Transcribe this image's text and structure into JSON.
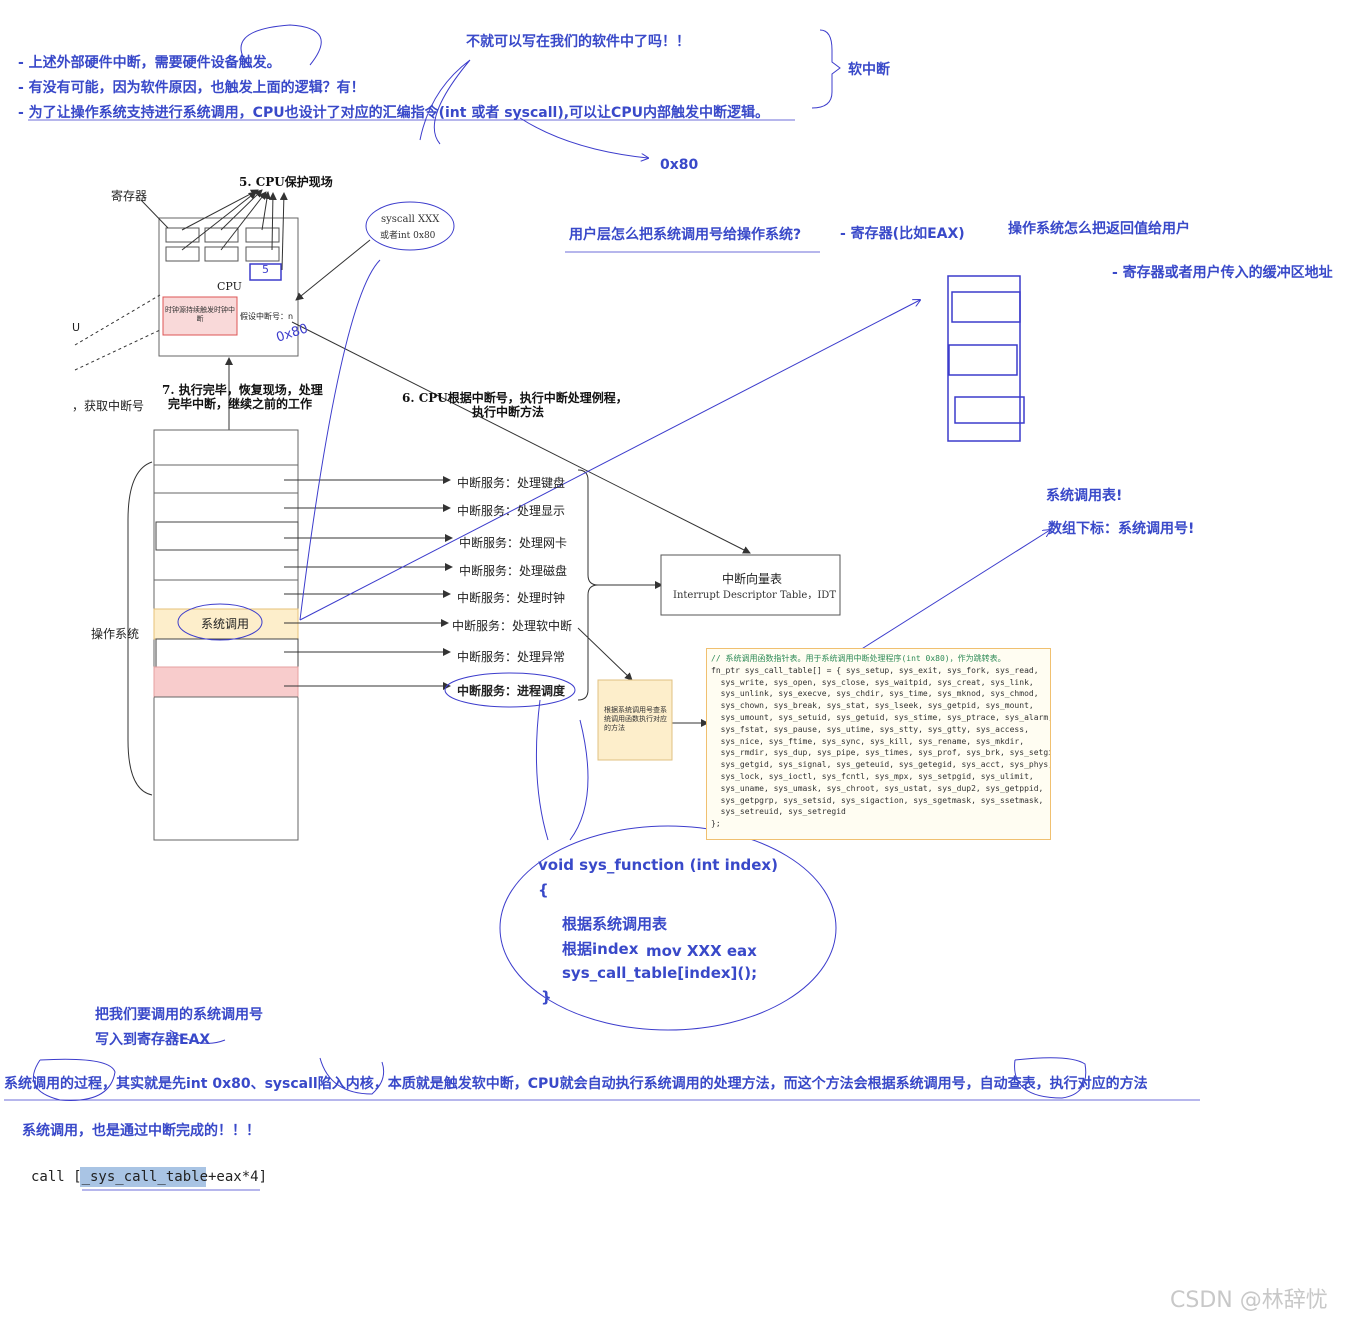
{
  "notes": {
    "line1": "- 上述外部硬件中断，需要硬件设备触发。",
    "line2": "- 有没有可能，因为软件原因，也触发上面的逻辑？有！",
    "line3": "- 为了让操作系统支持进行系统调用，CPU也设计了对应的汇编指令(int 或者 syscall),可以让CPU内部触发中断逻辑。",
    "question": "不就可以写在我们的软件中了吗！！",
    "soft_interrupt": "软中断",
    "hex_0x80": "0x80"
  },
  "cpu": {
    "step5": "5. CPU保护现场",
    "register_label": "寄存器",
    "cpu_label": "CPU",
    "timer_label": "时钟源持续触发时钟中断",
    "assume_int": "假设中断号：n",
    "handwritten_0x80": "0x80",
    "handwritten_5": "5"
  },
  "syscall_bubble": {
    "line1": "syscall XXX",
    "line2": "或者int 0x80"
  },
  "left_fragments": {
    "u": "U",
    "get_int": "，获取中断号"
  },
  "step7": {
    "line1": "7. 执行完毕，恢复现场，处理",
    "line2": "完毕中断，继续之前的工作"
  },
  "step6": {
    "line1": "6. CPU根据中断号，执行中断处理例程，",
    "line2": "执行中断方法"
  },
  "os_label": "操作系统",
  "syscall_cell": "系统调用",
  "services": [
    "中断服务：处理键盘",
    "中断服务：处理显示",
    "中断服务：处理网卡",
    "中断服务：处理磁盘",
    "中断服务：处理时钟",
    "中断服务：处理软中断",
    "中断服务：处理异常",
    "中断服务：进程调度"
  ],
  "idt": {
    "title": "中断向量表",
    "subtitle": "Interrupt Descriptor Table，IDT"
  },
  "sticky": "根据系统调用号查系统调用函数执行对应的方法",
  "right_notes": {
    "q_user": "用户层怎么把系统调用号给操作系统?",
    "a_user": "- 寄存器(比如EAX)",
    "q_os": "操作系统怎么把返回值给用户",
    "a_os": "- 寄存器或者用户传入的缓冲区地址",
    "table_title": "系统调用表!",
    "table_index": "数组下标：系统调用号!"
  },
  "code": {
    "comment": "// 系统调用函数指针表。用于系统调用中断处理程序(int 0x80)，作为跳转表。",
    "lines": [
      "fn_ptr sys_call_table[] = { sys_setup, sys_exit, sys_fork, sys_read,",
      "  sys_write, sys_open, sys_close, sys_waitpid, sys_creat, sys_link,",
      "  sys_unlink, sys_execve, sys_chdir, sys_time, sys_mknod, sys_chmod,",
      "  sys_chown, sys_break, sys_stat, sys_lseek, sys_getpid, sys_mount,",
      "  sys_umount, sys_setuid, sys_getuid, sys_stime, sys_ptrace, sys_alarm,",
      "  sys_fstat, sys_pause, sys_utime, sys_stty, sys_gtty, sys_access,",
      "  sys_nice, sys_ftime, sys_sync, sys_kill, sys_rename, sys_mkdir,",
      "  sys_rmdir, sys_dup, sys_pipe, sys_times, sys_prof, sys_brk, sys_setgid,",
      "  sys_getgid, sys_signal, sys_geteuid, sys_getegid, sys_acct, sys_phys,",
      "  sys_lock, sys_ioctl, sys_fcntl, sys_mpx, sys_setpgid, sys_ulimit,",
      "  sys_uname, sys_umask, sys_chroot, sys_ustat, sys_dup2, sys_getppid,",
      "  sys_getpgrp, sys_setsid, sys_sigaction, sys_sgetmask, sys_ssetmask,",
      "  sys_setreuid, sys_setregid",
      "};"
    ]
  },
  "function_note": {
    "sig": "void sys_function (int index)",
    "open": "{",
    "l1": "根据系统调用表",
    "l2": "根据index",
    "l2b": "mov XXX eax",
    "l3": "sys_call_table[index]();",
    "close": "}"
  },
  "bottom": {
    "put1": "把我们要调用的系统调用号",
    "put2": "写入到寄存器EAX",
    "summary": "系统调用的过程，其实就是先int 0x80、syscall陷入内核，本质就是触发软中断，CPU就会自动执行系统调用的处理方法，而这个方法会根据系统调用号，自动查表，执行对应的方法",
    "done": "系统调用，也是通过中断完成的！！！",
    "asm": "call [_sys_call_table+eax*4]"
  },
  "watermark": "CSDN @林辞忧",
  "colors": {
    "ink": "#3949c9",
    "pen": "#3c3ccc",
    "syscall_fill": "#fdeecb",
    "sched_fill": "#f8cccc",
    "timer_fill": "#f9d9d9"
  }
}
